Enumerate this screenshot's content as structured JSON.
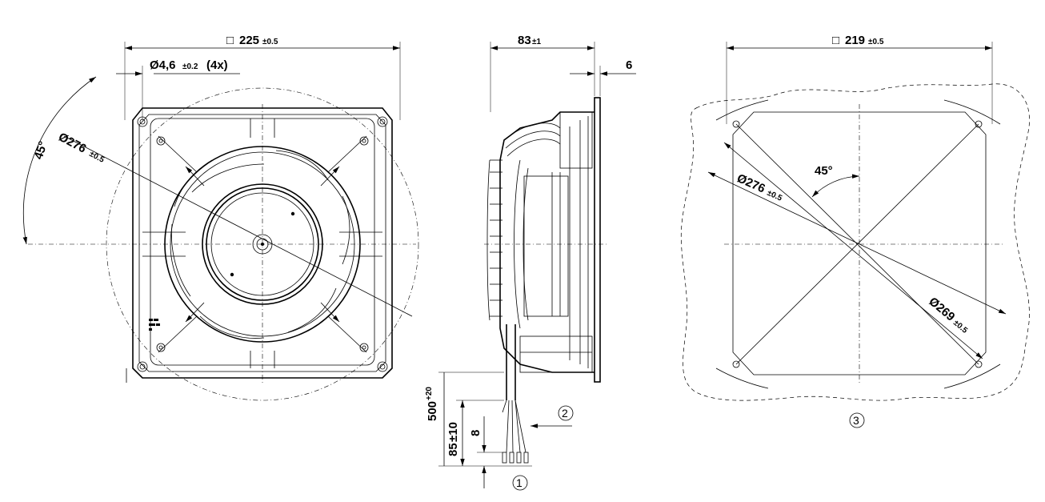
{
  "front": {
    "square_symbol": "□",
    "width_value": "225",
    "width_tol": "±0.5",
    "hole_value": "Ø4,6",
    "hole_tol": "±0.2",
    "hole_count": "(4x)",
    "angle": "45°",
    "diameter_value": "Ø276",
    "diameter_tol": "±0.5"
  },
  "side": {
    "depth_value": "83",
    "depth_tol": "±1",
    "flange": "6",
    "cable_len_value": "500",
    "cable_len_tol": "+20",
    "strip_value": "85",
    "strip_tol": "±10",
    "end_len": "8",
    "callout_1": "1",
    "callout_2": "2"
  },
  "cutout": {
    "square_symbol": "□",
    "width_value": "219",
    "width_tol": "±0.5",
    "angle": "45°",
    "diameter1_value": "Ø276",
    "diameter1_tol": "±0.5",
    "diameter2_value": "Ø269",
    "diameter2_tol": "±0.5",
    "callout_3": "3"
  }
}
